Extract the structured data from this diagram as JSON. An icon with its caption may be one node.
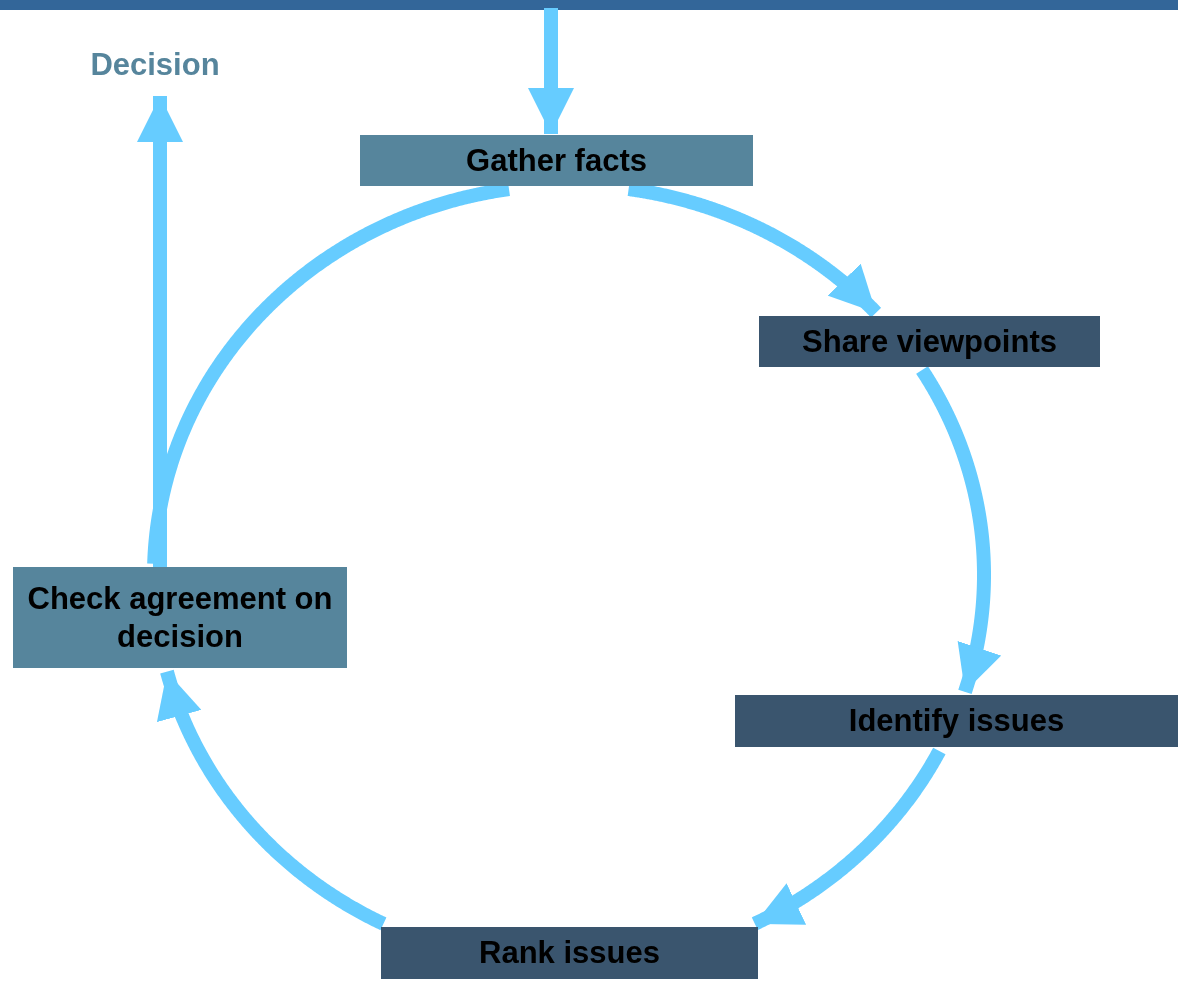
{
  "diagram": {
    "nodes": [
      {
        "text": [
          "Gather facts"
        ]
      },
      {
        "text": [
          "Share viewpoints"
        ]
      },
      {
        "text": [
          "Identify issues"
        ]
      },
      {
        "text": [
          "Rank issues"
        ]
      },
      {
        "text": [
          "Check agreement on decision"
        ]
      },
      {
        "text": [
          "Decision"
        ]
      }
    ],
    "edges": [
      {
        "from": null,
        "to": 0,
        "arrow": "to"
      },
      {
        "from": 0,
        "to": 1,
        "arrow": "to"
      },
      {
        "from": 1,
        "to": 2,
        "arrow": "to"
      },
      {
        "from": 2,
        "to": 3,
        "arrow": "to"
      },
      {
        "from": 3,
        "to": 4,
        "arrow": "to"
      },
      {
        "from": 4,
        "to": 0,
        "arrow": "none"
      },
      {
        "from": 4,
        "to": 5,
        "arrow": "to"
      }
    ]
  }
}
